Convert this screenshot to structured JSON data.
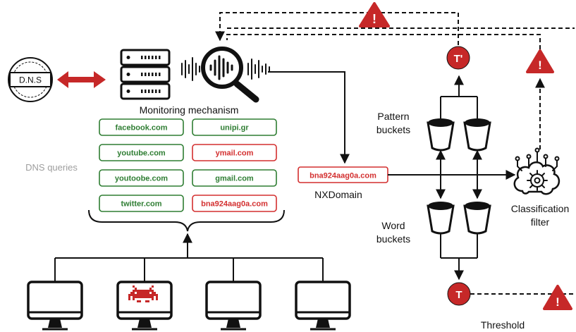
{
  "dns_badge": "D.N.S",
  "monitoring_label": "Monitoring mechanism",
  "dns_queries_label": "DNS queries",
  "domains": [
    {
      "text": "facebook.com",
      "status": "benign"
    },
    {
      "text": "unipi.gr",
      "status": "benign"
    },
    {
      "text": "youtube.com",
      "status": "benign"
    },
    {
      "text": "ymail.com",
      "status": "suspicious"
    },
    {
      "text": "youtoobe.com",
      "status": "benign"
    },
    {
      "text": "gmail.com",
      "status": "benign"
    },
    {
      "text": "twitter.com",
      "status": "benign"
    },
    {
      "text": "bna924aag0a.com",
      "status": "suspicious"
    }
  ],
  "nx_domain_box": "bna924aag0a.com",
  "nx_domain_label": "NXDomain",
  "pattern_buckets_label": [
    "Pattern",
    "buckets"
  ],
  "word_buckets_label": [
    "Word",
    "buckets"
  ],
  "classification_label": [
    "Classification",
    "filter"
  ],
  "threshold_t_prime": "T'",
  "threshold_t": "T",
  "threshold_label": "Threshold",
  "alert_glyph": "!",
  "colors": {
    "benign": "#2e7d32",
    "suspicious": "#d32f2f",
    "alert_red": "#c62828",
    "dns_arrow": "#c62828",
    "stroke": "#111111",
    "muted_text": "#9e9e9e"
  },
  "icons": [
    "dns-icon",
    "server-icon",
    "magnifier-icon",
    "sound-wave-icon",
    "bucket-icon",
    "brain-gear-icon",
    "monitor-icon",
    "space-invader-icon",
    "warning-icon"
  ]
}
